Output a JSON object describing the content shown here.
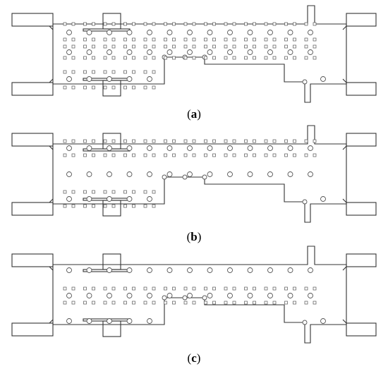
{
  "panels": [
    {
      "id": "a",
      "label": "a",
      "variant": "dense"
    },
    {
      "id": "b",
      "label": "b",
      "variant": "middle-row"
    },
    {
      "id": "c",
      "label": "c",
      "variant": "outer-rows"
    }
  ]
}
